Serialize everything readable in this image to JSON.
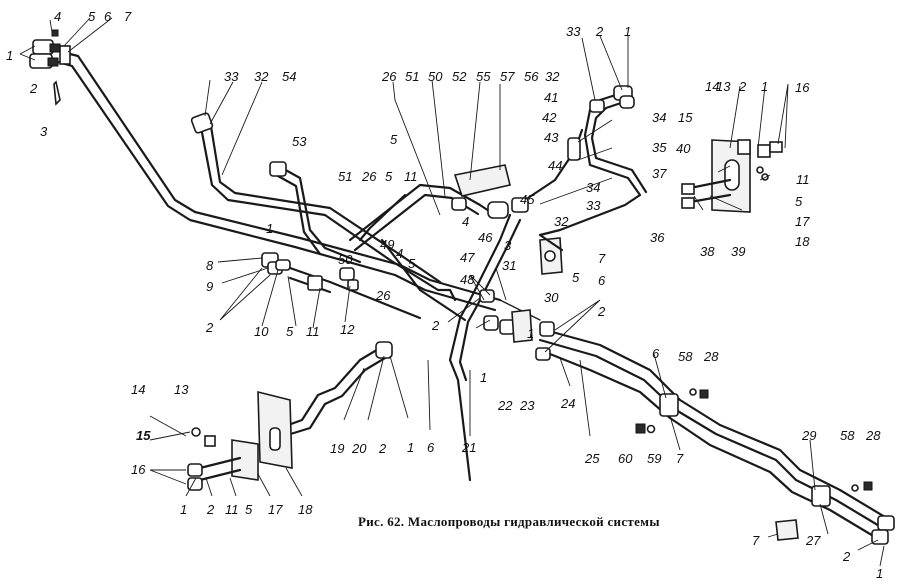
{
  "caption": "Рис. 62. Маслопроводы гидравлической системы",
  "callouts": {
    "tl": [
      "1",
      "2",
      "3",
      "4",
      "5",
      "6",
      "7"
    ],
    "top_left_pipe": [
      "33",
      "32",
      "54"
    ],
    "center_top": [
      "26",
      "51",
      "50",
      "52",
      "55",
      "57",
      "56",
      "32",
      "41",
      "42",
      "43",
      "34",
      "35",
      "37",
      "44",
      "45",
      "34",
      "33",
      "46",
      "4",
      "32",
      "36"
    ],
    "top_right_pipe": [
      "33",
      "2",
      "1"
    ],
    "right_bracket": [
      "14",
      "13",
      "2",
      "1",
      "16",
      "15",
      "40",
      "11",
      "5",
      "17",
      "18",
      "38",
      "39"
    ],
    "center_left": [
      "53",
      "51",
      "26",
      "5",
      "11",
      "5",
      "4",
      "49",
      "50",
      "4",
      "5",
      "26",
      "12",
      "11",
      "5",
      "10",
      "2",
      "8",
      "9",
      "1",
      "7",
      "5",
      "3",
      "6",
      "47",
      "48",
      "31",
      "30",
      "2",
      "1",
      "22",
      "23"
    ],
    "bottom_center": [
      "19",
      "20",
      "2",
      "1",
      "6",
      "21",
      "2",
      "24",
      "25",
      "60",
      "59",
      "7",
      "6",
      "58",
      "28"
    ],
    "bottom_right": [
      "29",
      "58",
      "28",
      "27",
      "7",
      "2",
      "1"
    ],
    "bottom_left": [
      "14",
      "13",
      "15",
      "16",
      "1",
      "2",
      "11",
      "5",
      "17",
      "18"
    ]
  }
}
